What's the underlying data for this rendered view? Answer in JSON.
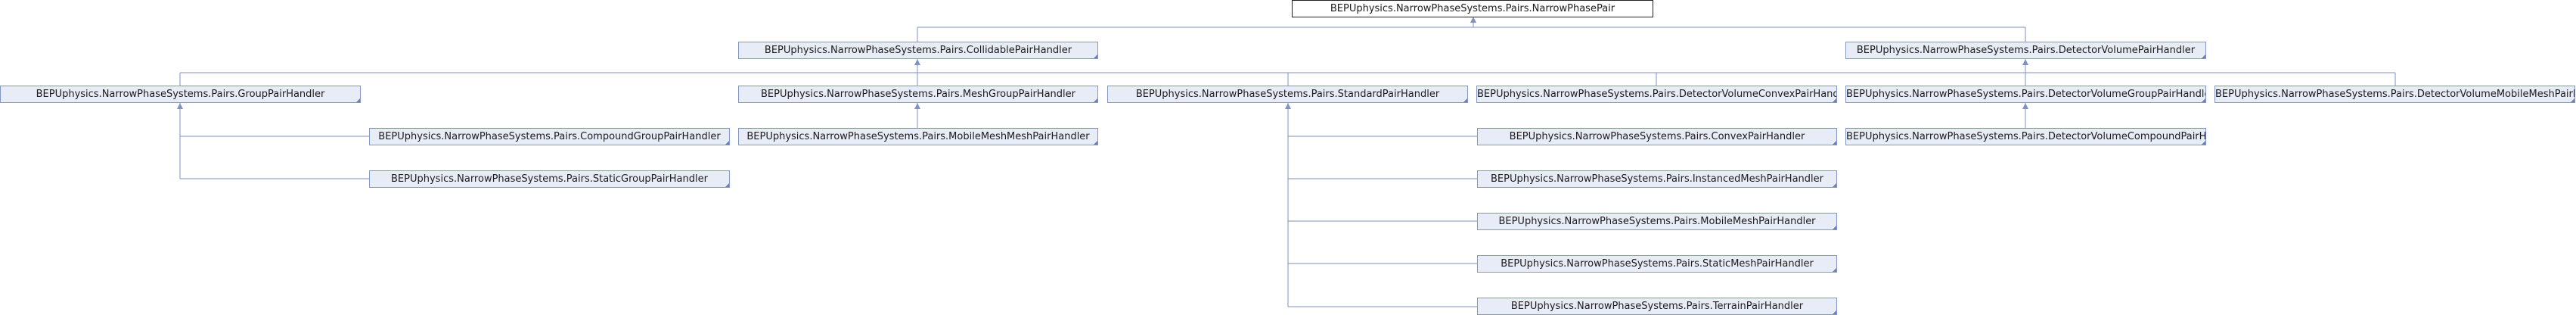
{
  "diagram": {
    "root": "BEPUphysics.NarrowPhaseSystems.Pairs.NarrowPhasePair",
    "level1": {
      "collidable": "BEPUphysics.NarrowPhaseSystems.Pairs.CollidablePairHandler",
      "detector_volume": "BEPUphysics.NarrowPhaseSystems.Pairs.DetectorVolumePairHandler"
    },
    "level2": {
      "group": "BEPUphysics.NarrowPhaseSystems.Pairs.GroupPairHandler",
      "mesh_group": "BEPUphysics.NarrowPhaseSystems.Pairs.MeshGroupPairHandler",
      "standard": "BEPUphysics.NarrowPhaseSystems.Pairs.StandardPairHandler",
      "dv_convex": "BEPUphysics.NarrowPhaseSystems.Pairs.DetectorVolumeConvexPairHandler",
      "dv_group": "BEPUphysics.NarrowPhaseSystems.Pairs.DetectorVolumeGroupPairHandler",
      "dv_mobile_mesh": "BEPUphysics.NarrowPhaseSystems.Pairs.DetectorVolumeMobileMeshPairHandler"
    },
    "level3": {
      "compound_group": "BEPUphysics.NarrowPhaseSystems.Pairs.CompoundGroupPairHandler",
      "static_group": "BEPUphysics.NarrowPhaseSystems.Pairs.StaticGroupPairHandler",
      "mobile_mesh_mesh": "BEPUphysics.NarrowPhaseSystems.Pairs.MobileMeshMeshPairHandler",
      "convex": "BEPUphysics.NarrowPhaseSystems.Pairs.ConvexPairHandler",
      "instanced_mesh": "BEPUphysics.NarrowPhaseSystems.Pairs.InstancedMeshPairHandler",
      "mobile_mesh": "BEPUphysics.NarrowPhaseSystems.Pairs.MobileMeshPairHandler",
      "static_mesh": "BEPUphysics.NarrowPhaseSystems.Pairs.StaticMeshPairHandler",
      "terrain": "BEPUphysics.NarrowPhaseSystems.Pairs.TerrainPairHandler",
      "dv_compound": "BEPUphysics.NarrowPhaseSystems.Pairs.DetectorVolumeCompoundPairHandler"
    }
  }
}
